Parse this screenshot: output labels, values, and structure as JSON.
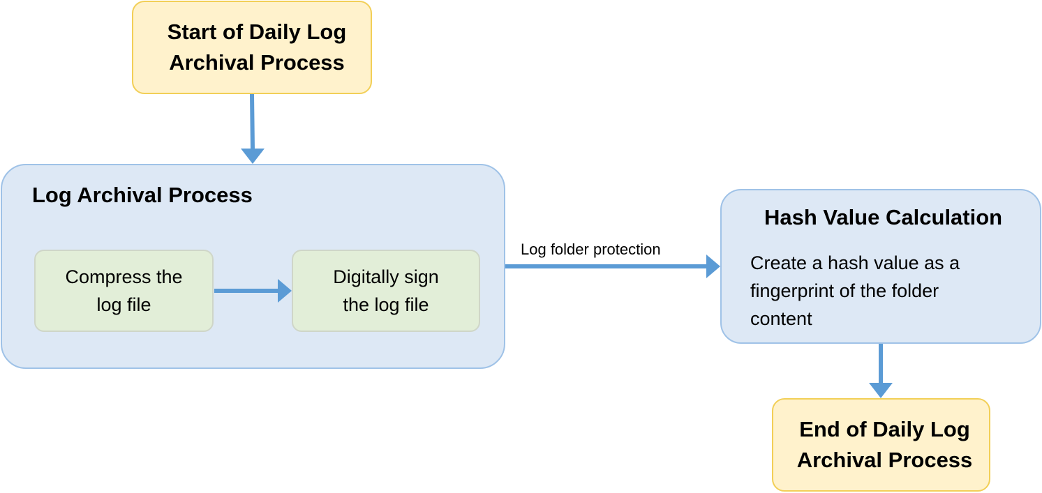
{
  "nodes": {
    "start": {
      "lines": [
        "Start of Daily Log",
        "Archival Process"
      ]
    },
    "archival": {
      "title": "Log Archival Process",
      "compress": {
        "lines": [
          "Compress the",
          "log file"
        ]
      },
      "sign": {
        "lines": [
          "Digitally sign",
          "the log file"
        ]
      }
    },
    "hash": {
      "title": "Hash Value Calculation",
      "desc_lines": [
        "Create a hash value as a",
        "fingerprint of the folder",
        "content"
      ]
    },
    "end": {
      "lines": [
        "End of Daily Log",
        "Archival Process"
      ]
    }
  },
  "edges": {
    "archival_to_hash_label": "Log folder protection"
  },
  "colors": {
    "terminal_fill": "#fff2cc",
    "terminal_border": "#f2cf57",
    "container_fill": "#dde8f5",
    "container_border": "#9fc2e7",
    "step_fill": "#e2eed8",
    "step_border": "#cfd6c8",
    "arrow": "#5b9bd5"
  }
}
